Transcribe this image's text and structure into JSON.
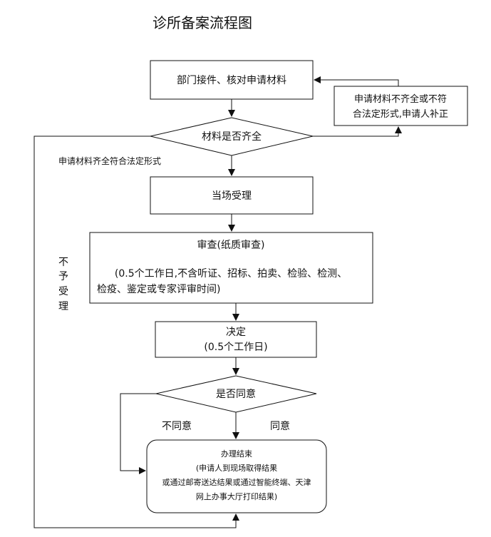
{
  "title": "诊所备案流程图",
  "nodes": {
    "receive": "部门接件、核对申请材料",
    "supplement_l1": "申请材料不齐全或不符",
    "supplement_l2": "合法定形式,申请人补正",
    "check_materials": "材料是否齐全",
    "accept": "当场受理",
    "review_l1": "审查(纸质审查)",
    "review_l2": "(0.5个工作日,不含听证、招标、拍卖、检验、检测、",
    "review_l3": "检疫、鉴定或专家评审时间)",
    "decision_l1": "决定",
    "decision_l2": "(0.5个工作日)",
    "agree_check": "是否同意",
    "finish_l1": "办理结束",
    "finish_l2": "(申请人到现场取得结果",
    "finish_l3": "或通过邮寄送达结果或通过智能终端、天津",
    "finish_l4": "网上办事大厅打印结果)"
  },
  "labels": {
    "complete": "申请材料齐全符合法定形式",
    "not_accept_1": "不",
    "not_accept_2": "予",
    "not_accept_3": "受",
    "not_accept_4": "理",
    "disagree": "不同意",
    "agree": "同意"
  }
}
